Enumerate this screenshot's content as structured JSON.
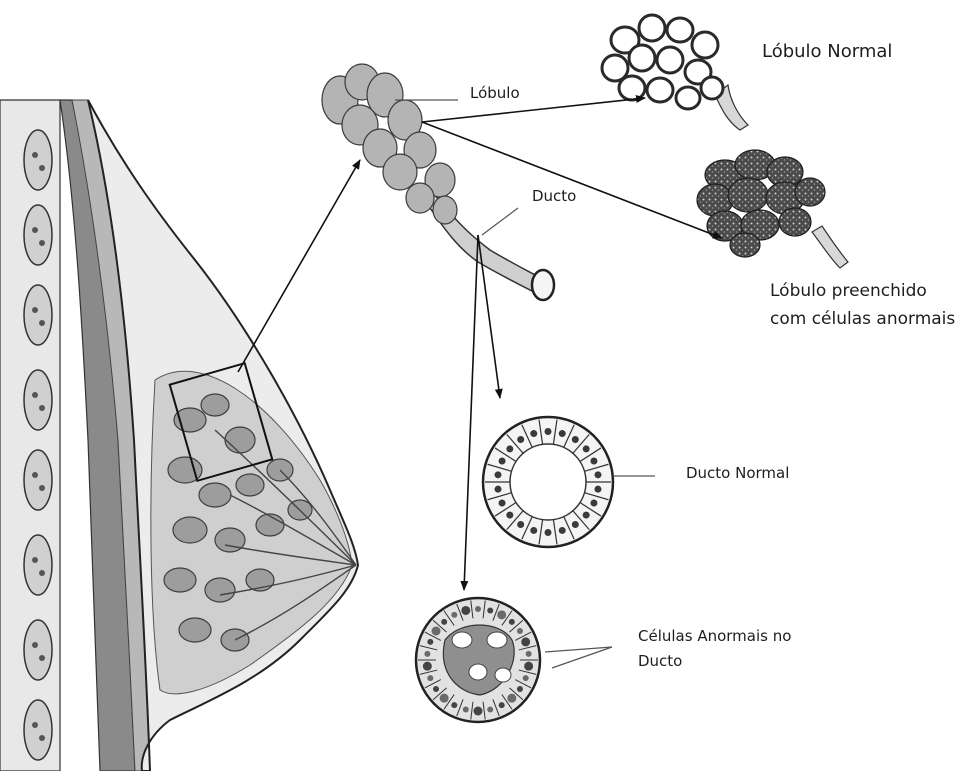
{
  "labels": {
    "lobulo": "Lóbulo",
    "lobulo_normal": "Lóbulo Normal",
    "ducto": "Ducto",
    "lobulo_preenchido_line1": "Lóbulo preenchido",
    "lobulo_preenchido_line2": "com células anormais",
    "ducto_normal": "Ducto Normal",
    "celulas_anormais_line1": "Células Anormais no",
    "celulas_anormais_line2": "Ducto"
  },
  "colors": {
    "ink": "#1e1e1e",
    "tissue_light": "#dadada",
    "tissue_mid": "#a8a8a8",
    "tissue_dark": "#6e6e6e",
    "nucleus": "#3a3a3a"
  }
}
